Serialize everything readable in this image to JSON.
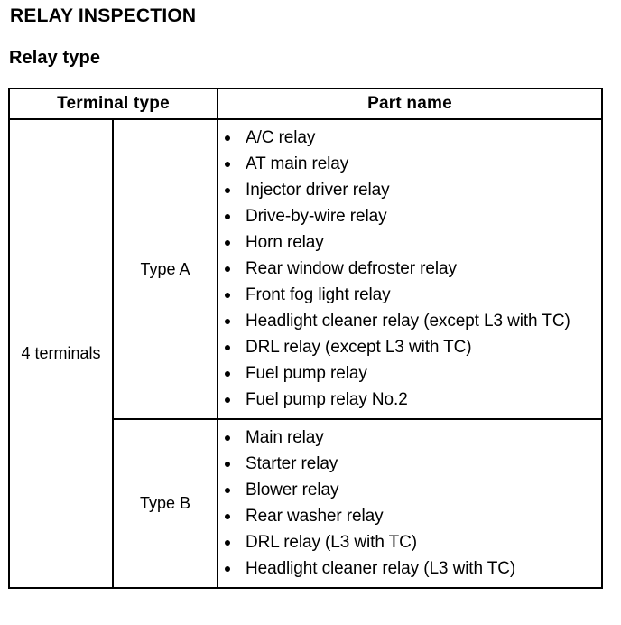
{
  "document": {
    "title": "RELAY INSPECTION",
    "section_title": "Relay type"
  },
  "table": {
    "headers": {
      "terminal_type": "Terminal type",
      "part_name": "Part name"
    },
    "terminal_group": {
      "label": "4 terminals"
    },
    "rows": [
      {
        "type_label": "Type A",
        "parts": [
          "A/C relay",
          "AT main relay",
          "Injector driver relay",
          "Drive-by-wire relay",
          "Horn relay",
          "Rear window defroster relay",
          "Front fog light relay",
          "Headlight cleaner relay (except L3 with TC)",
          "DRL relay (except L3 with TC)",
          "Fuel pump relay",
          "Fuel pump relay No.2"
        ]
      },
      {
        "type_label": "Type B",
        "parts": [
          "Main relay",
          "Starter relay",
          "Blower relay",
          "Rear washer relay",
          "DRL relay (L3 with TC)",
          "Headlight cleaner relay (L3 with TC)"
        ]
      }
    ]
  }
}
